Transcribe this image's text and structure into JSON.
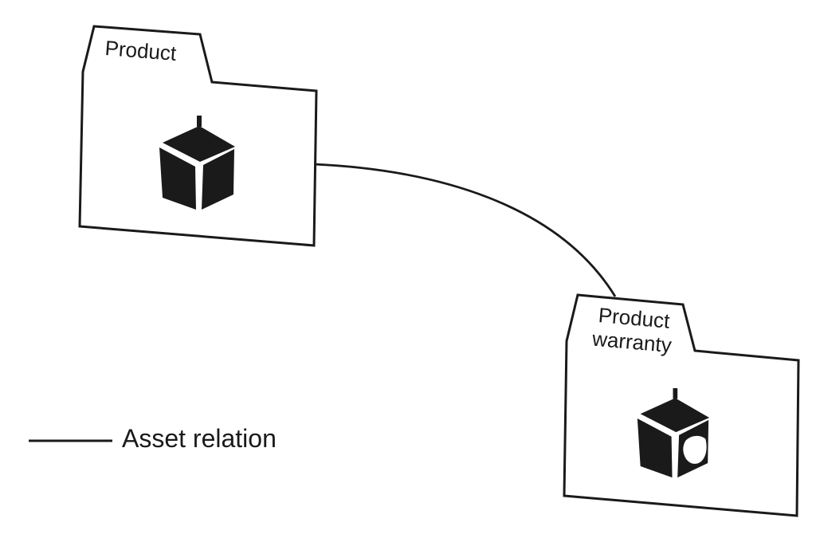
{
  "diagram": {
    "nodes": [
      {
        "id": "product",
        "label": "Product",
        "icon": "cube-icon"
      },
      {
        "id": "product-warranty",
        "label": "Product warranty",
        "label_lines": [
          "Product",
          "warranty"
        ],
        "icon": "warranty-cube-icon"
      }
    ],
    "edges": [
      {
        "from": "Product",
        "to": "Product warranty",
        "relation": "Asset relation"
      }
    ],
    "legend": {
      "items": [
        {
          "symbol": "line",
          "label": "Asset relation"
        }
      ]
    },
    "colors": {
      "ink": "#1a1a1a",
      "paper": "#ffffff"
    }
  }
}
